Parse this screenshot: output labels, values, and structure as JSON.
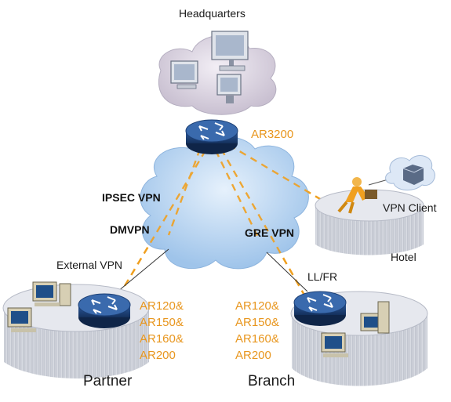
{
  "colors": {
    "vpn_link": "#f0a020",
    "wan_cloud": "#bcd8f4",
    "router_body": "#1c3f74",
    "label_orange": "#e8961e",
    "site_platform": "#dfe2ea"
  },
  "nodes": {
    "headquarters": {
      "title": "Headquarters",
      "router_model": "AR3200",
      "icon": "router-icon"
    },
    "vpn_client": {
      "label": "VPN Client",
      "site": "Hotel",
      "icon": "mobile-user-icon"
    },
    "partner": {
      "site": "Partner",
      "link_label": "External VPN",
      "router_models": [
        "AR120&",
        "AR150&",
        "AR160&",
        "AR200"
      ],
      "icon": "router-icon"
    },
    "branch": {
      "site": "Branch",
      "link_label": "LL/FR",
      "router_models": [
        "AR120&",
        "AR150&",
        "AR160&",
        "AR200"
      ],
      "icon": "router-icon"
    }
  },
  "vpn_types": [
    "IPSEC VPN",
    "DMVPN",
    "GRE VPN"
  ]
}
